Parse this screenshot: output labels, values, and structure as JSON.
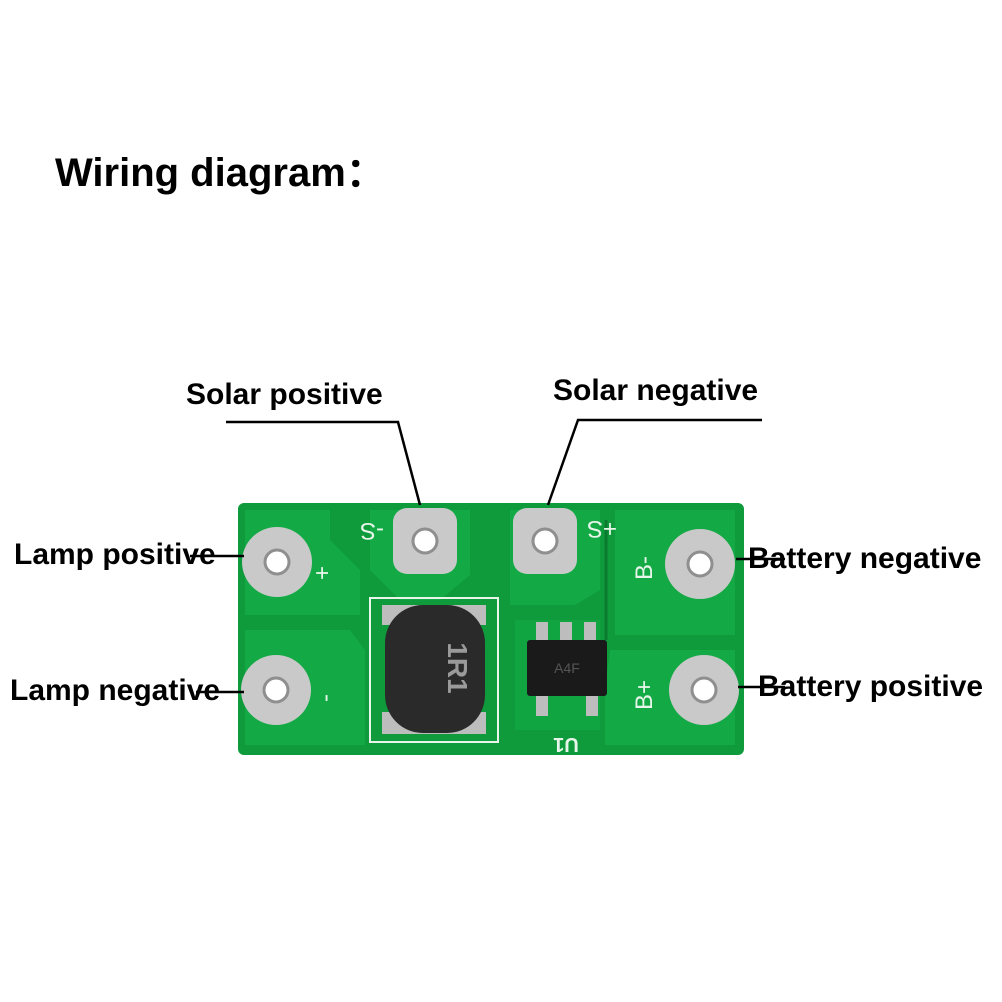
{
  "title": "Wiring diagram：",
  "labels": {
    "solar_positive": "Solar positive",
    "solar_negative": "Solar negative",
    "lamp_positive": "Lamp positive",
    "lamp_negative": "Lamp negative",
    "battery_negative": "Battery negative",
    "battery_positive": "Battery positive"
  },
  "silkscreen": {
    "solar_neg_marker": "-S",
    "solar_pos_marker": "+S",
    "lamp_pos_marker": "+",
    "lamp_neg_marker": "-",
    "battery_neg_marker": "B-",
    "battery_pos_marker": "B+",
    "chip_ref": "U1",
    "inductor_mark": "1R1",
    "chip_mark": "A4F"
  },
  "colors": {
    "pcb_green": "#0f9a3c",
    "pcb_trace": "#12a944",
    "pad_silver": "#c9c9c9",
    "inductor_black": "#2a2a2a",
    "chip_black": "#1a1a1a"
  }
}
